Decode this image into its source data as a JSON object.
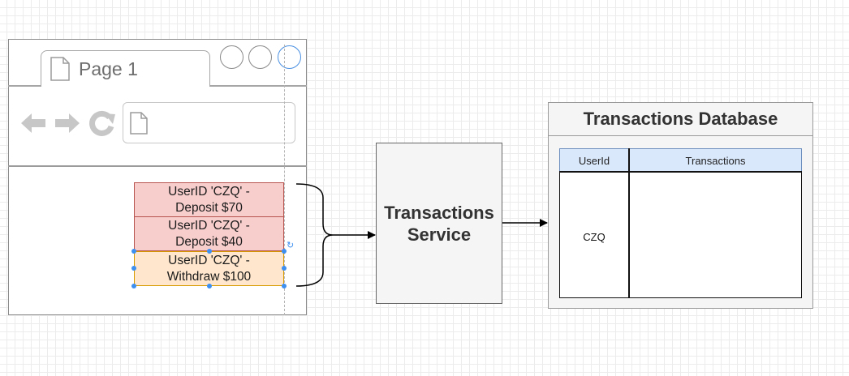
{
  "browser": {
    "tab_label": "Page 1",
    "window_buttons": [
      "minimize",
      "maximize",
      "close"
    ],
    "nav_icons": [
      "back-arrow-icon",
      "forward-arrow-icon",
      "reload-icon"
    ],
    "address_icon": "page-icon"
  },
  "transactions": [
    {
      "line1": "UserID 'CZQ' -",
      "line2": "Deposit $70"
    },
    {
      "line1": "UserID 'CZQ' -",
      "line2": "Deposit $40"
    },
    {
      "line1": "UserID 'CZQ' -",
      "line2": "Withdraw $100"
    }
  ],
  "service": {
    "line1": "Transactions",
    "line2": "Service"
  },
  "database": {
    "title": "Transactions Database",
    "columns": [
      "UserId",
      "Transactions"
    ],
    "rows": [
      {
        "userid": "CZQ",
        "transactions": ""
      }
    ]
  },
  "colors": {
    "deposit_fill": "#f8cecc",
    "deposit_border": "#b85450",
    "withdraw_fill": "#ffe6cc",
    "withdraw_border": "#d79b00",
    "table_header_fill": "#dae8fc",
    "selection_handle": "#3d8ff0"
  }
}
